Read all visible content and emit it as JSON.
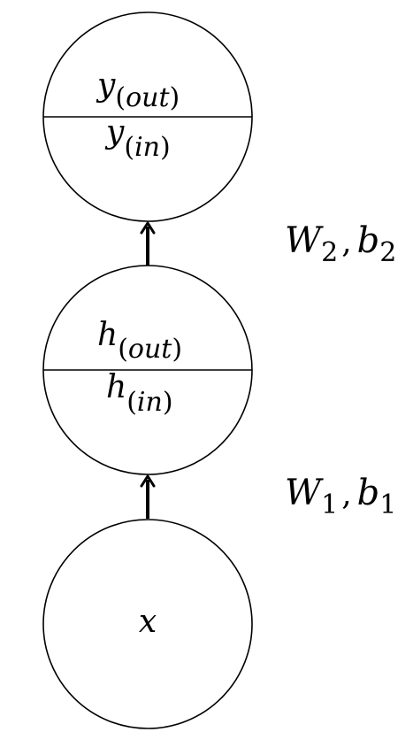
{
  "nodes": {
    "output": {
      "top_symbol": "y",
      "top_subscript": "out",
      "bottom_symbol": "y",
      "bottom_subscript": "in"
    },
    "hidden": {
      "top_symbol": "h",
      "top_subscript": "out",
      "bottom_symbol": "h",
      "bottom_subscript": "in"
    },
    "input": {
      "symbol": "x"
    }
  },
  "weights": {
    "layer2": {
      "w_symbol": "W",
      "w_subscript": "2",
      "separator": ",",
      "b_symbol": "b",
      "b_subscript": "2"
    },
    "layer1": {
      "w_symbol": "W",
      "w_subscript": "1",
      "separator": ",",
      "b_symbol": "b",
      "b_subscript": "1"
    }
  }
}
